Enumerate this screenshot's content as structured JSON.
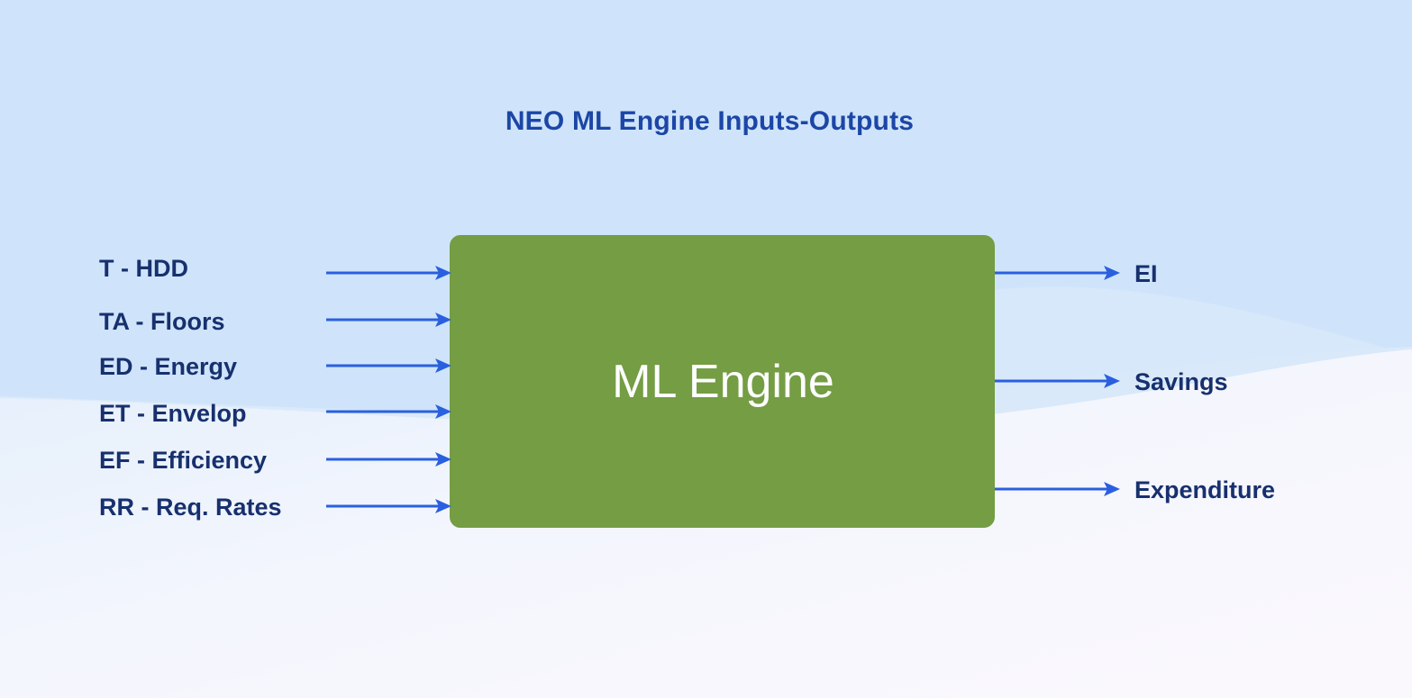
{
  "title": "NEO ML Engine Inputs-Outputs",
  "engine": {
    "label": "ML Engine",
    "color": "#749d44"
  },
  "inputs": [
    "T - HDD",
    "TA - Floors",
    "ED - Energy",
    "ET - Envelop",
    "EF - Efficiency",
    "RR - Req. Rates"
  ],
  "outputs": [
    "EI",
    "Savings",
    "Expenditure"
  ],
  "colors": {
    "arrow": "#2a5fe0",
    "label_text": "#17306e",
    "title_text": "#1c46a6",
    "background_top": "#d0e5fb",
    "background_bottom": "#f9f8fd"
  }
}
